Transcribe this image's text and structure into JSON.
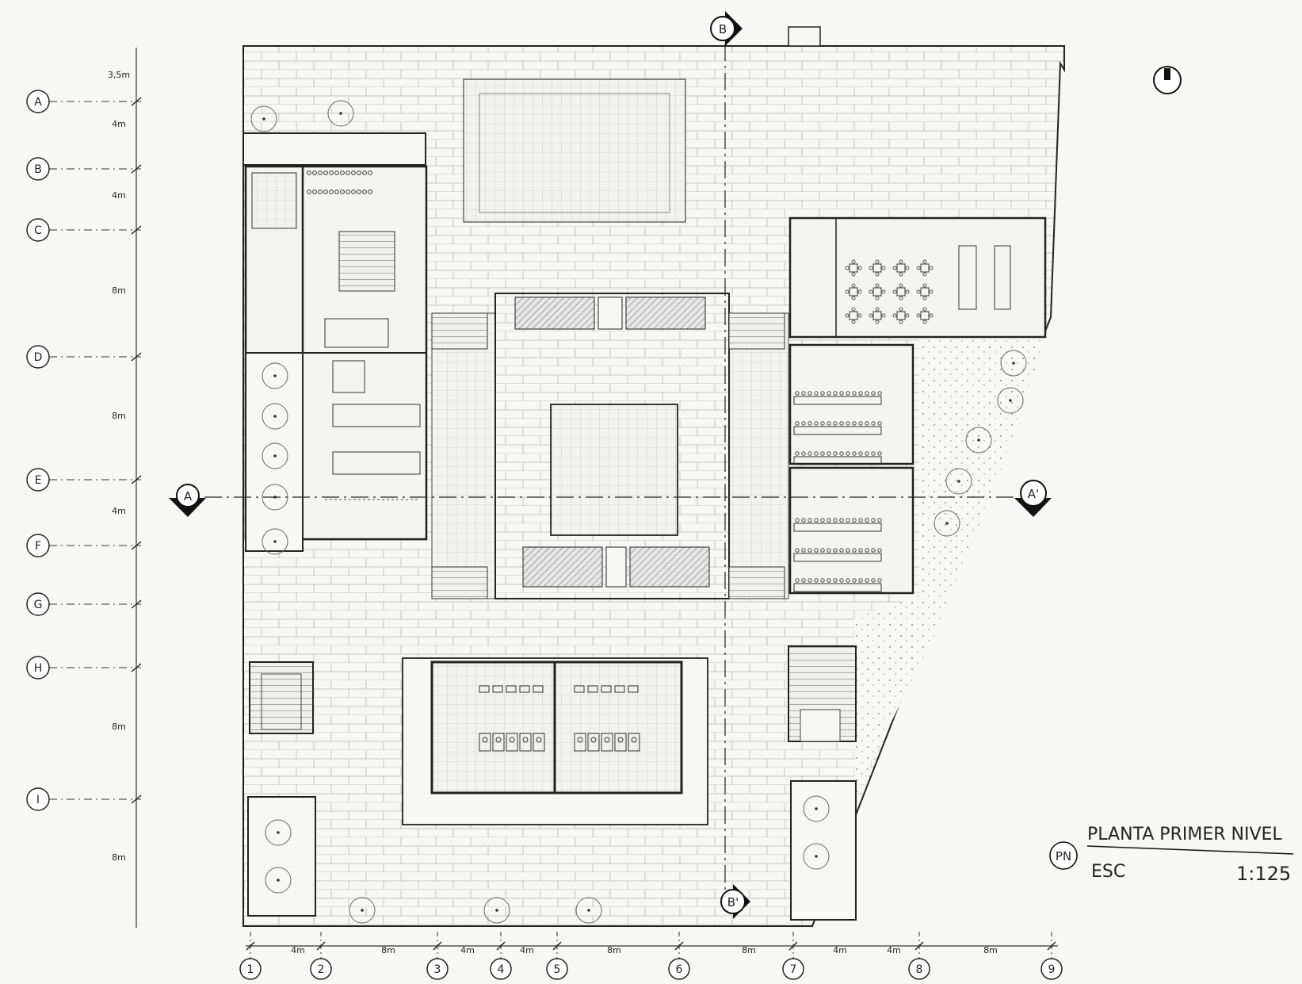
{
  "sheet": {
    "title": "PLANTA PRIMER NIVEL",
    "scale_label": "ESC",
    "scale_value": "1:125",
    "badge": "PN",
    "north_mark": "N"
  },
  "grid_rows": [
    {
      "label": "A"
    },
    {
      "label": "B"
    },
    {
      "label": "C"
    },
    {
      "label": "D"
    },
    {
      "label": "E"
    },
    {
      "label": "F"
    },
    {
      "label": "G"
    },
    {
      "label": "H"
    },
    {
      "label": "I"
    }
  ],
  "row_spacings": [
    "3,5m",
    "4m",
    "4m",
    "8m",
    "8m",
    "4m",
    "8m",
    "8m"
  ],
  "grid_columns": [
    {
      "label": "1"
    },
    {
      "label": "2"
    },
    {
      "label": "3"
    },
    {
      "label": "4"
    },
    {
      "label": "5"
    },
    {
      "label": "6"
    },
    {
      "label": "7"
    },
    {
      "label": "8"
    },
    {
      "label": "9"
    }
  ],
  "column_spacings": [
    "4m",
    "8m",
    "4m",
    "4m",
    "8m",
    "8m",
    "4m",
    "4m",
    "8m"
  ],
  "section_markers": {
    "a_left": "A",
    "a_right": "A'",
    "b_top": "B",
    "b_bottom": "B'"
  },
  "colors": {
    "ink": "#222222",
    "paper": "#f7f7f5",
    "hatch": "#9a9a9a"
  }
}
